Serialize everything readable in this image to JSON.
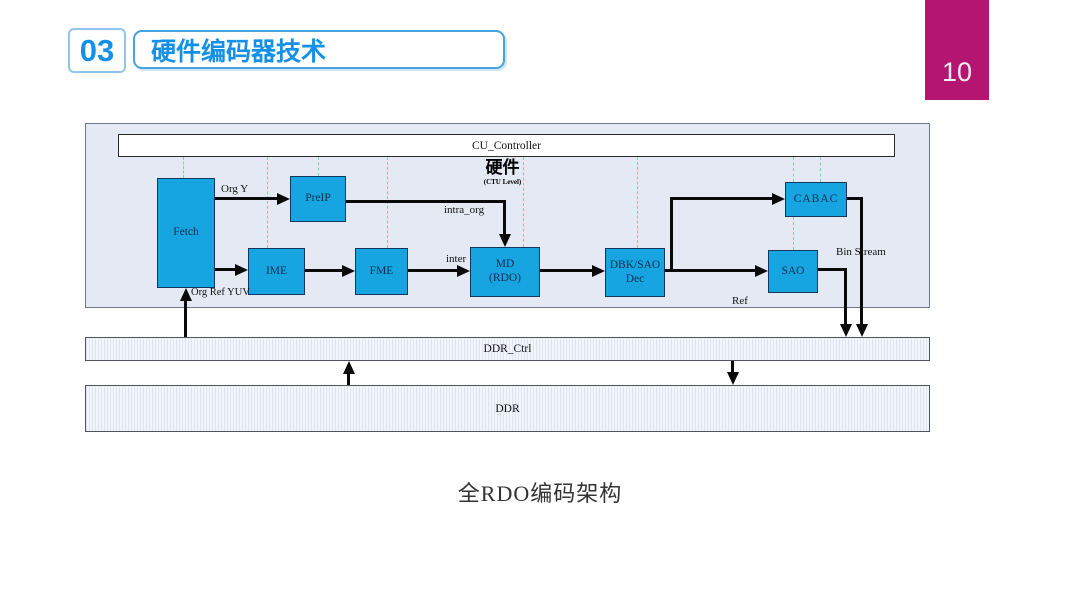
{
  "header": {
    "section_number": "03",
    "title": "硬件编码器技术"
  },
  "page_number": "10",
  "caption": "全RDO编码架构",
  "colors": {
    "accent_blue": "#1590e9",
    "page_badge_magenta": "#b31570",
    "block_fill_cyan": "#16a5e1",
    "block_border_navy": "#11365f",
    "panel_fill": "#e5e9f4",
    "dash_green": "#7ed0a5",
    "connector_black": "#0a0a0a"
  },
  "diagram": {
    "controller_label": "CU_Controller",
    "hw_label": "硬件",
    "hw_sublabel": "(CTU Level)",
    "blocks": {
      "fetch": "Fetch",
      "preip": "PreIP",
      "ime": "IME",
      "fme": "FME",
      "md_line1": "MD",
      "md_line2": "(RDO)",
      "dbk_line1": "DBK/SAO",
      "dbk_line2": "Dec",
      "sao": "SAO",
      "cabac": "CABAC"
    },
    "labels": {
      "org_y": "Org Y",
      "intra_org": "intra_org",
      "inter": "inter",
      "org_ref_yuv": "Org Ref YUV",
      "bin_stream": "Bin Stream",
      "ref": "Ref"
    },
    "ddr_ctrl_label": "DDR_Ctrl",
    "ddr_label": "DDR"
  }
}
